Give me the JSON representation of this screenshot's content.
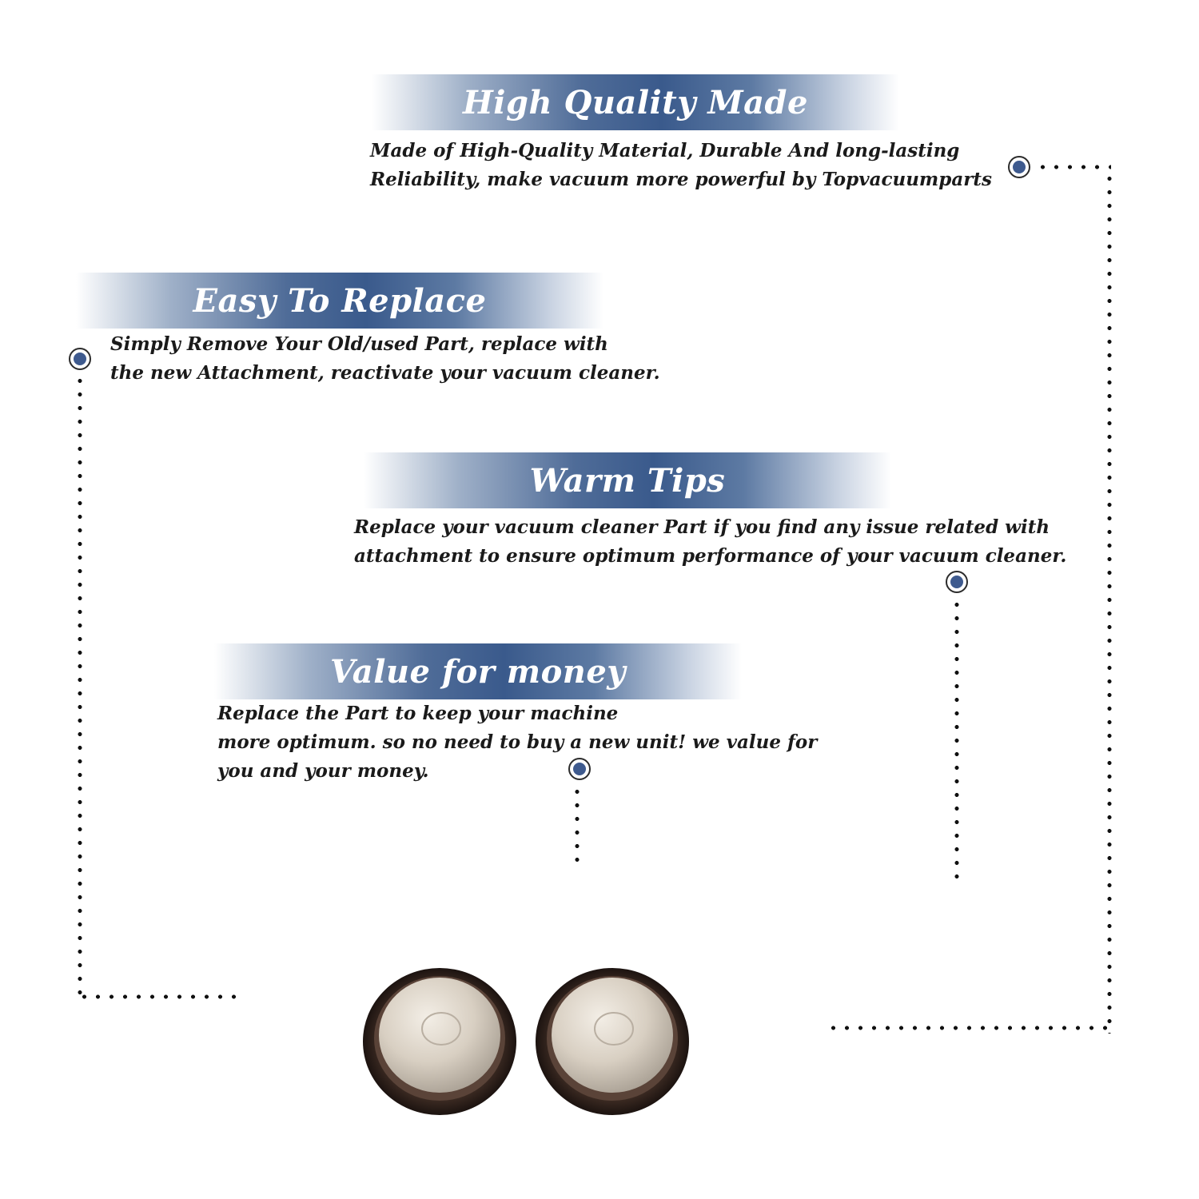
{
  "sections": [
    {
      "title": "High Quality Made",
      "lines": [
        "Made of  High-Quality Material, Durable And long-lasting",
        "Reliability, make vacuum more powerful by Topvacuumparts"
      ]
    },
    {
      "title": "Easy To Replace",
      "lines": [
        "Simply Remove Your Old/used Part, replace with",
        "the new Attachment, reactivate your vacuum cleaner."
      ]
    },
    {
      "title": "Warm Tips",
      "lines": [
        "Replace your vacuum cleaner Part if you find any issue related with",
        " attachment to ensure optimum performance of your vacuum cleaner."
      ]
    },
    {
      "title": "Value for money",
      "lines": [
        "Replace the Part to keep your machine",
        "more optimum. so no need to buy a new unit! we value for",
        "you and your money."
      ]
    }
  ],
  "colors": {
    "banner_accent": "#3a5a8c",
    "marker_fill": "#3e5a8e",
    "text": "#1a1a1a"
  },
  "product_image": {
    "icon": "filter-discs-image",
    "count": 2
  }
}
